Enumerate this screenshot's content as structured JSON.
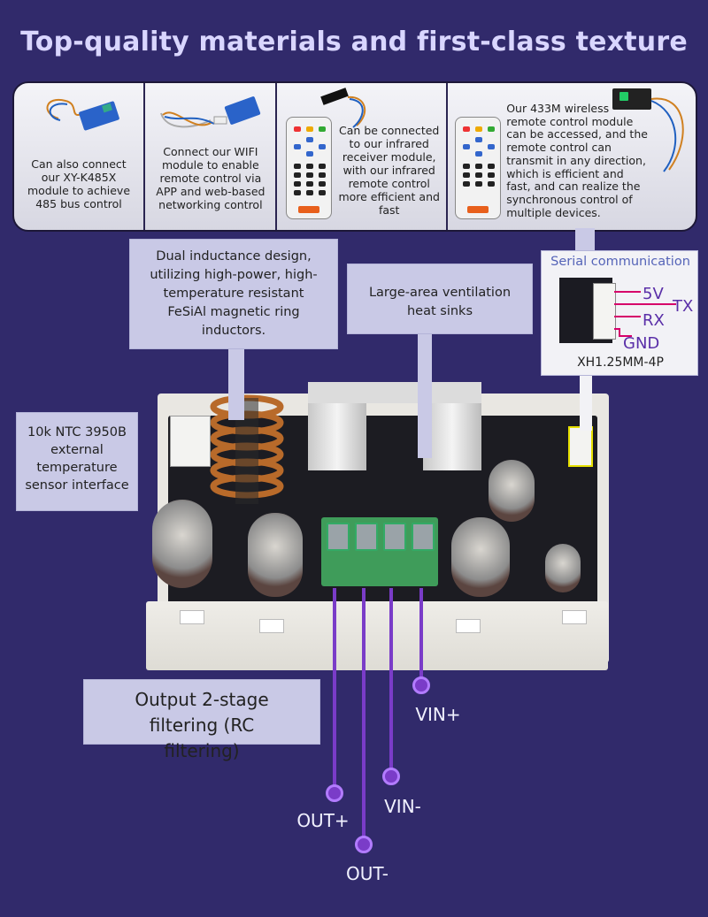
{
  "title": "Top-quality materials and first-class texture",
  "features": {
    "rs485": "Can also connect our XY-K485X module to achieve 485 bus control",
    "wifi": "Connect our WIFI module to enable remote control via APP and web-based networking control",
    "infrared": "Can be connected to our infrared receiver module, with our infrared remote control more efficient and fast",
    "wireless433": "Our 433M wireless remote control module can be accessed, and the remote control can transmit in any direction, which is efficient and fast, and can realize the synchronous control of multiple devices."
  },
  "callouts": {
    "inductor": "Dual inductance design, utilizing high-power, high-temperature resistant FeSiAl magnetic ring inductors.",
    "heatsink": "Large-area ventilation heat sinks",
    "ntc": "10k NTC 3950B external temperature sensor interface",
    "filter": "Output 2-stage filtering (RC filtering)"
  },
  "serial": {
    "title": "Serial communication",
    "pin_5v": "5V",
    "pin_tx": "TX",
    "pin_rx": "RX",
    "pin_gnd": "GND",
    "connector": "XH1.25MM-4P"
  },
  "terminals": {
    "vin_plus": "VIN+",
    "vin_minus": "VIN-",
    "out_plus": "OUT+",
    "out_minus": "OUT-"
  },
  "colors": {
    "background": "#312a6b",
    "wire": "#7a3cc8",
    "signal": "#d6006a"
  }
}
